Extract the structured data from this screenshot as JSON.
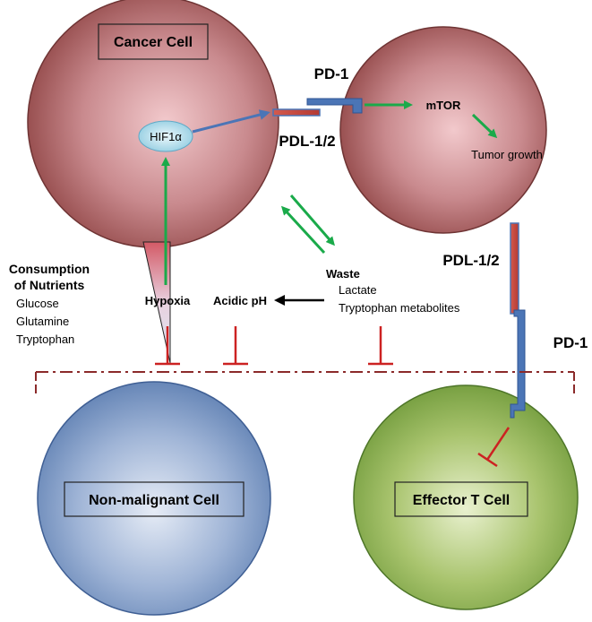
{
  "cells": {
    "cancer": "Cancer Cell",
    "second": "",
    "non_malignant": "Non-malignant Cell",
    "effector": "Effector T Cell"
  },
  "labels": {
    "pd1_top": "PD-1",
    "pdl_top": "PDL-1/2",
    "hif": "HIF1α",
    "mtor": "mTOR",
    "tumor_growth": "Tumor growth",
    "pdl_right": "PDL-1/2",
    "pd1_right": "PD-1",
    "consumption_line1": "Consumption",
    "consumption_line2": "of Nutrients",
    "nutrients": [
      "Glucose",
      "Glutamine",
      "Tryptophan"
    ],
    "hypoxia": "Hypoxia",
    "acidic": "Acidic pH",
    "waste": "Waste",
    "waste_items": [
      "Lactate",
      "Tryptophan metabolites"
    ]
  },
  "colors": {
    "cell_red": "#9b4a4a",
    "cell_blue": "#5e80b3",
    "cell_green": "#6f9a3c",
    "arrow_green": "#1aaa4a",
    "receptor_blue": "#4b75b6",
    "inhibit_red": "#cc2222",
    "divider": "#8b2a2a"
  }
}
